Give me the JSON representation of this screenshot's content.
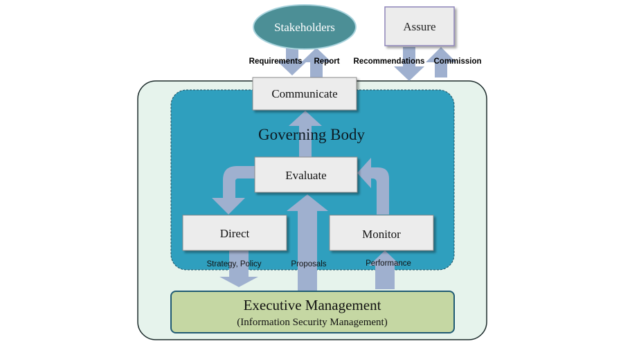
{
  "colors": {
    "outer_panel_fill": "#e6f3ec",
    "outer_panel_stroke": "#1b2a2a",
    "inner_panel_fill": "#2f9fbe",
    "box_fill": "#ececec",
    "box_stroke": "#8a8a8a",
    "arrow_fill": "#9fb0cf",
    "stakeholders_fill": "#4c8f96",
    "assure_fill": "#ececec",
    "exec_fill": "#c5d7a3",
    "exec_stroke": "#1f5a73"
  },
  "nodes": {
    "stakeholders": "Stakeholders",
    "assure": "Assure",
    "communicate": "Communicate",
    "governing_body": "Governing Body",
    "evaluate": "Evaluate",
    "direct": "Direct",
    "monitor": "Monitor",
    "executive_title": "Executive Management",
    "executive_subtitle": "(Information Security Management)"
  },
  "flow_labels": {
    "requirements": "Requirements",
    "report": "Report",
    "recommendations": "Recommendations",
    "commission": "Commission",
    "strategy_policy": "Strategy, Policy",
    "proposals": "Proposals",
    "performance": "Performance"
  }
}
